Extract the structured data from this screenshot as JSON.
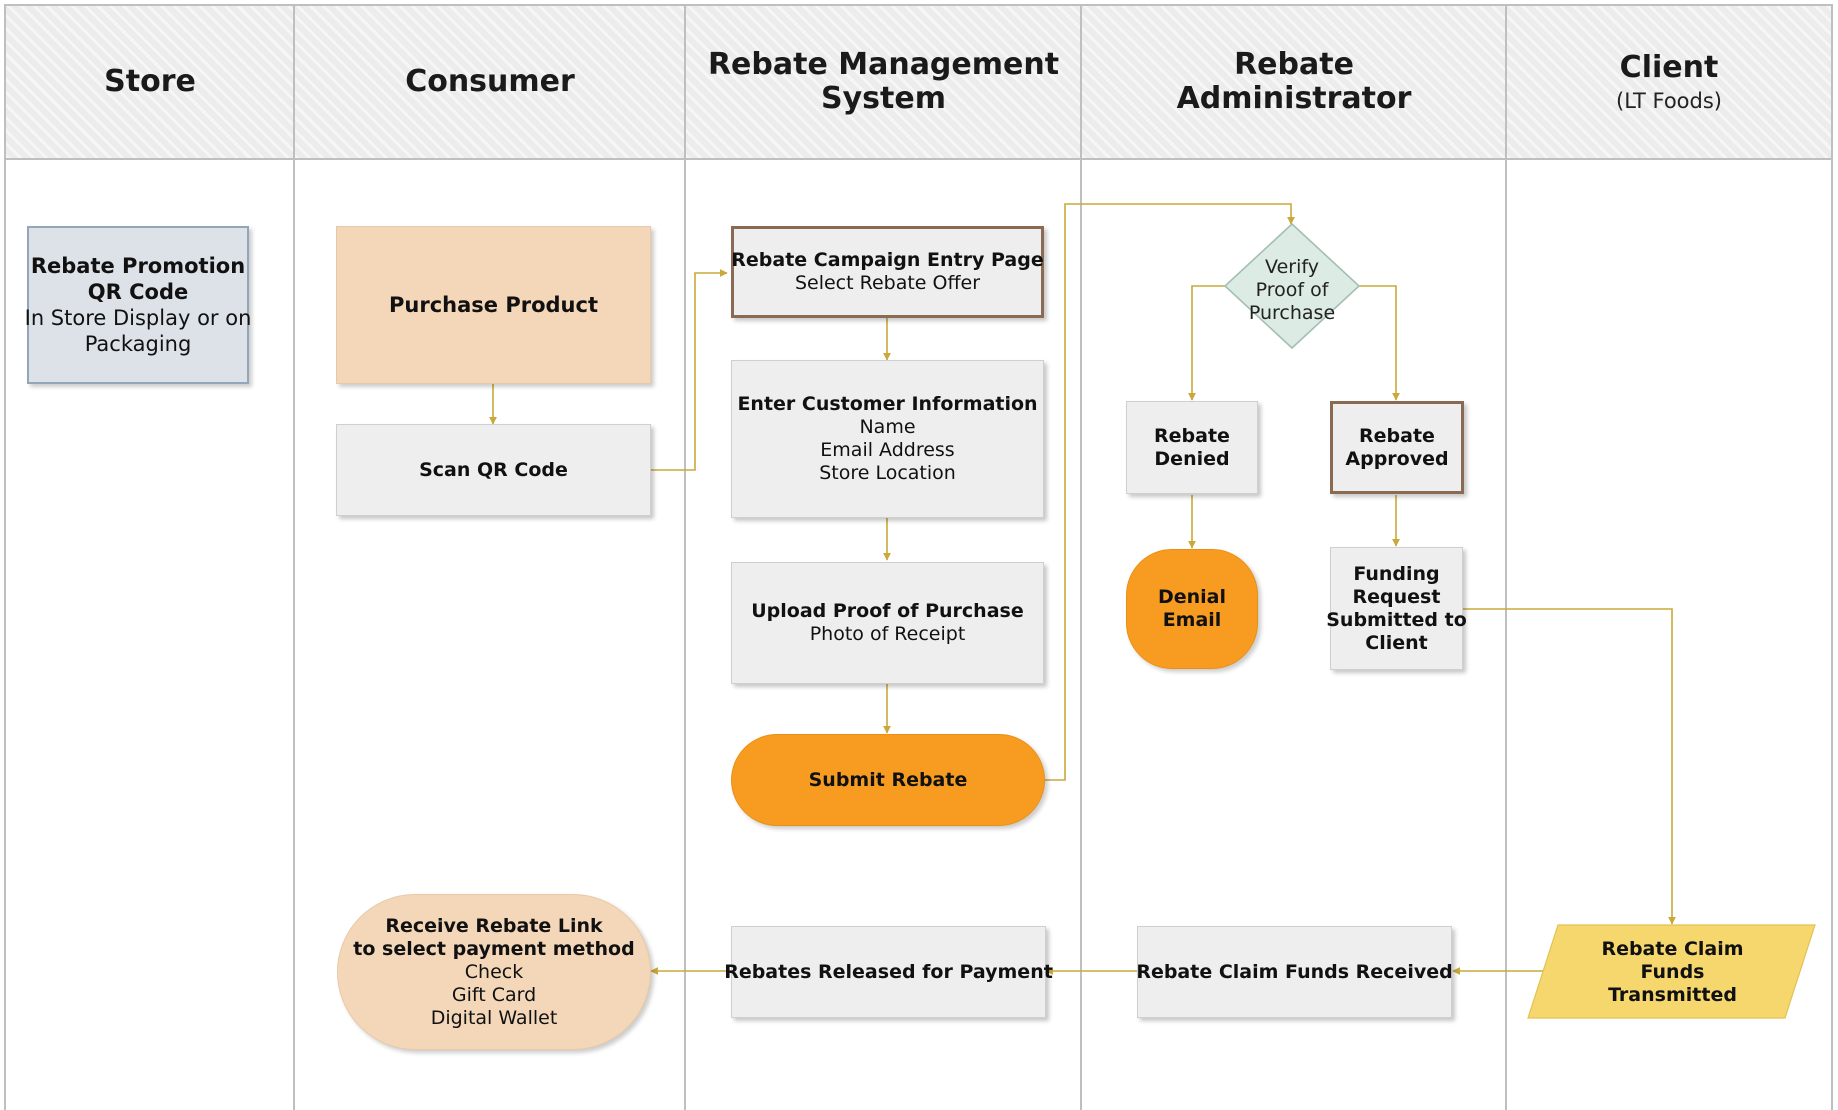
{
  "lanes": [
    {
      "title": "Store",
      "subtitle": ""
    },
    {
      "title": "Consumer",
      "subtitle": ""
    },
    {
      "title": "Rebate Management\nSystem",
      "subtitle": ""
    },
    {
      "title": "Rebate\nAdministrator",
      "subtitle": ""
    },
    {
      "title": "Client",
      "subtitle": "(LT Foods)"
    }
  ],
  "nodes": {
    "qr_promo": {
      "lines": [
        "Rebate Promotion",
        "QR Code"
      ],
      "sub_lines": [
        "In Store Display or on",
        "Packaging"
      ]
    },
    "purchase_product": {
      "lines": [
        "Purchase Product"
      ]
    },
    "scan_qr": {
      "lines": [
        "Scan QR Code"
      ]
    },
    "campaign_entry": {
      "lines": [
        "Rebate Campaign Entry Page"
      ],
      "sub_lines": [
        "Select Rebate Offer"
      ]
    },
    "customer_info": {
      "lines": [
        "Enter Customer Information"
      ],
      "sub_lines": [
        "Name",
        "Email Address",
        "Store Location"
      ]
    },
    "upload_proof": {
      "lines": [
        "Upload Proof of Purchase"
      ],
      "sub_lines": [
        "Photo of Receipt"
      ]
    },
    "submit_rebate": {
      "lines": [
        "Submit Rebate"
      ]
    },
    "verify_proof": {
      "lines": [
        "Verify",
        "Proof of",
        "Purchase"
      ]
    },
    "rebate_denied": {
      "lines": [
        "Rebate",
        "Denied"
      ]
    },
    "rebate_approved": {
      "lines": [
        "Rebate",
        "Approved"
      ]
    },
    "denial_email": {
      "lines": [
        "Denial",
        "Email"
      ]
    },
    "funding_request": {
      "lines": [
        "Funding",
        "Request",
        "Submitted to",
        "Client"
      ]
    },
    "funds_transmitted": {
      "lines": [
        "Rebate Claim",
        "Funds",
        "Transmitted"
      ]
    },
    "funds_received": {
      "lines": [
        "Rebate Claim Funds Received"
      ]
    },
    "released_payment": {
      "lines": [
        "Rebates Released for Payment"
      ]
    },
    "receive_link": {
      "lines": [
        "Receive Rebate Link",
        "to select payment method"
      ],
      "sub_lines": [
        "Check",
        "Gift Card",
        "Digital Wallet"
      ]
    }
  },
  "colors": {
    "connector": "#c9a93a",
    "lane_border": "#bfbfbf",
    "box_fill": "#eeeeee",
    "tan_fill": "#f3d7b8",
    "orange_fill": "#f89c21",
    "yellow_fill": "#f5d76e",
    "diamond_fill": "#dcebe3",
    "bluegray_fill": "#dde2e9",
    "brown_border": "#8a6a52"
  }
}
